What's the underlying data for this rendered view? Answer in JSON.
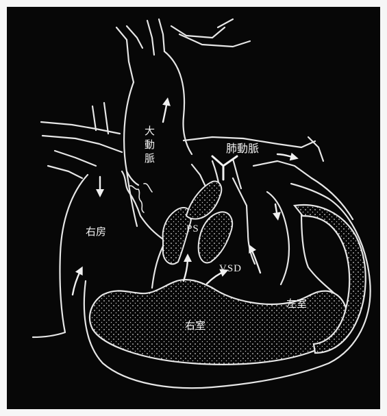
{
  "diagram": {
    "labels": {
      "aorta_line1": "大",
      "aorta_line2": "動",
      "aorta_line3": "脈",
      "pulmonary_artery": "肺動脈",
      "right_atrium": "右房",
      "ps": "PS",
      "vsd": "VSD",
      "left_ventricle": "左室",
      "right_ventricle": "右室"
    },
    "colors": {
      "background": "#070707",
      "outline": "#e8e8e8",
      "arrow": "#f0f0f0",
      "dots": "#d8d8d8"
    }
  }
}
